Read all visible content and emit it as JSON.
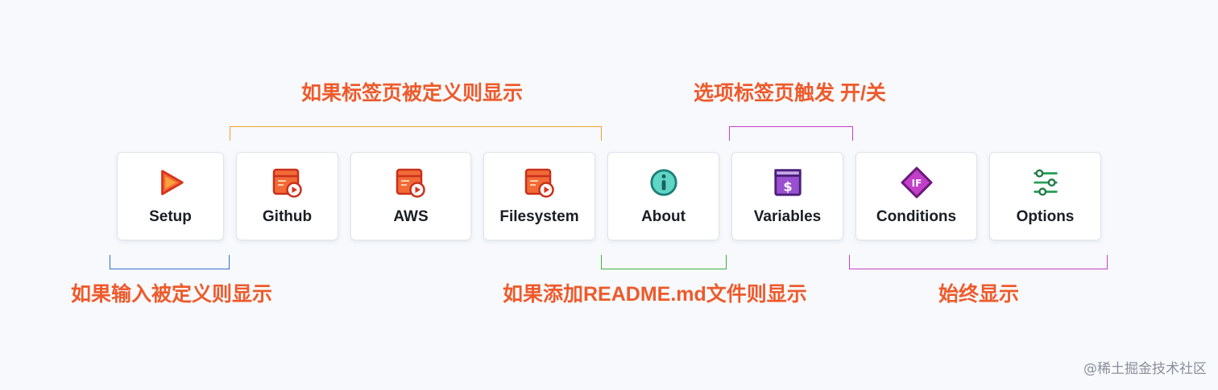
{
  "cards": {
    "setup": "Setup",
    "github": "Github",
    "aws": "AWS",
    "filesystem": "Filesystem",
    "about": "About",
    "variables": "Variables",
    "conditions": "Conditions",
    "options": "Options"
  },
  "annotations": {
    "tabs_defined": "如果标签页被定义则显示",
    "options_toggle": "选项标签页触发 开/关",
    "inputs_defined": "如果输入被定义则显示",
    "readme_added": "如果添加README.md文件则显示",
    "always_shown": "始终显示"
  },
  "icons": {
    "setup": "play-icon",
    "github": "window-play-icon",
    "aws": "window-play-icon",
    "filesystem": "window-play-icon",
    "about": "info-icon",
    "variables": "dollar-icon",
    "conditions": "if-diamond-icon",
    "options": "sliders-icon"
  },
  "colors": {
    "annotation": "#ee5a2b",
    "bracket_tabs": "#f0a030",
    "bracket_options": "#c940c9",
    "bracket_inputs": "#2f6fd0",
    "bracket_readme": "#40b040",
    "bracket_always": "#c940c9"
  },
  "watermark": "@稀土掘金技术社区"
}
